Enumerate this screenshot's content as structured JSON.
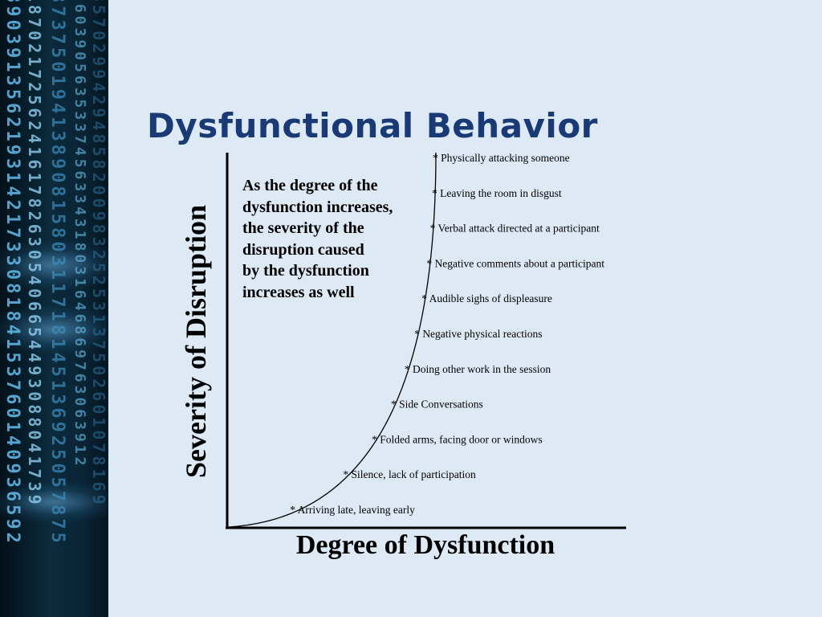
{
  "slide": {
    "title": "Dysfunctional Behavior",
    "title_color": "#1a3a75",
    "background_color": "#dde9f5"
  },
  "diagram": {
    "y_axis_label": "Severity of Disruption",
    "x_axis_label": "Degree of Dysfunction",
    "note_lines": [
      "As the degree of the",
      "dysfunction increases,",
      "the severity of the",
      "disruption caused",
      "by the dysfunction",
      "increases as well"
    ],
    "curve_shape": "convex, rising steeply toward the top",
    "behaviors": [
      "* Arriving late, leaving early",
      "* Silence, lack of participation",
      "* Folded arms, facing door or windows",
      "* Side Conversations",
      "* Doing other work in the session",
      "* Negative physical reactions",
      "* Audible sighs of displeasure",
      "* Negative comments about a participant",
      "* Verbal attack directed at a participant",
      "* Leaving the room in disgust",
      "* Physically attacking someone"
    ]
  }
}
